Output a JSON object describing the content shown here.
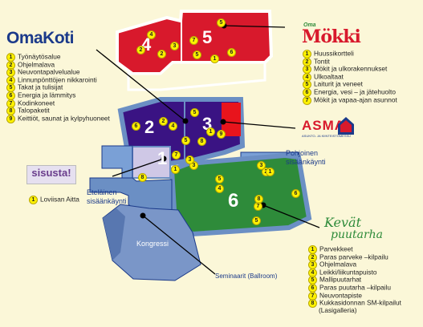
{
  "brands": {
    "omakoti": "OmaKoti",
    "oma_small": "Oma",
    "mokki": "Mökki",
    "asma": "ASMA",
    "asma_sub": "ASUNTO- JA KIINTEISTÖMESSU",
    "sisusta": "sisusta!",
    "kevat_line1": "Kevät",
    "kevat_line2": "puutarha"
  },
  "hall_numbers": {
    "h1": "1",
    "h2": "2",
    "h3": "3",
    "h4": "4",
    "h5": "5",
    "h6": "6"
  },
  "place_labels": {
    "pohjoinen": [
      "Pohjoinen",
      "sisäänkäynti"
    ],
    "etelainen": [
      "Eteläinen",
      "sisäänkäynti"
    ],
    "kongressi": "Kongressi",
    "seminaarit": "Seminaarit (Ballroom)"
  },
  "legends": {
    "omakoti": [
      {
        "n": "1",
        "t": "Työnäytösalue"
      },
      {
        "n": "2",
        "t": "Ohjelmalava"
      },
      {
        "n": "3",
        "t": "Neuvontapalvelualue"
      },
      {
        "n": "4",
        "t": "Linnunpönttöjen nikkarointi"
      },
      {
        "n": "5",
        "t": "Takat ja tulisijat"
      },
      {
        "n": "6",
        "t": "Energia ja lämmitys"
      },
      {
        "n": "7",
        "t": "Kodinkoneet"
      },
      {
        "n": "8",
        "t": "Talopaketit"
      },
      {
        "n": "9",
        "t": "Keittiöt, saunat ja kylpyhuoneet"
      }
    ],
    "mokki": [
      {
        "n": "1",
        "t": "Huussikortteli"
      },
      {
        "n": "2",
        "t": "Tontit"
      },
      {
        "n": "3",
        "t": "Mökit ja ulkorakennukset"
      },
      {
        "n": "4",
        "t": "Ulkoaltaat"
      },
      {
        "n": "5",
        "t": "Laiturit ja veneet"
      },
      {
        "n": "6",
        "t": "Energia, vesi – ja jätehuolto"
      },
      {
        "n": "7",
        "t": "Mökit ja vapaa-ajan asunnot"
      }
    ],
    "sisusta": [
      {
        "n": "1",
        "t": "Loviisan Aitta"
      }
    ],
    "kevat": [
      {
        "n": "1",
        "t": "Parvekkeet"
      },
      {
        "n": "2",
        "t": "Paras parveke –kilpailu"
      },
      {
        "n": "3",
        "t": "Ohjelmalava"
      },
      {
        "n": "4",
        "t": "Leikki/liikuntapuisto"
      },
      {
        "n": "5",
        "t": "Mallipuutarhat"
      },
      {
        "n": "6",
        "t": "Paras puutarha –kilpailu"
      },
      {
        "n": "7",
        "t": "Neuvontapiste"
      },
      {
        "n": "8",
        "t": "Kukkasidonnan SM-kilpailut"
      },
      {
        "n": "",
        "t": "(Lasigalleria)"
      }
    ]
  },
  "spots": {
    "hall45": [
      "5",
      "4",
      "7",
      "3",
      "2",
      "5",
      "1",
      "6",
      "2"
    ],
    "hall23": [
      "5",
      "2",
      "6",
      "4",
      "1",
      "8",
      "9",
      "5",
      "7",
      "3"
    ],
    "hall1": [
      "1",
      "8",
      "3"
    ],
    "hall6": [
      "5",
      "4",
      "3",
      "2",
      "1",
      "8",
      "6",
      "7",
      "5"
    ]
  },
  "colors": {
    "red": "#d8192c",
    "purple": "#3a1383",
    "green": "#2e8b3a",
    "blue": "#6b8fc4",
    "navy": "#1b3a8a",
    "yellow": "#fff200"
  }
}
